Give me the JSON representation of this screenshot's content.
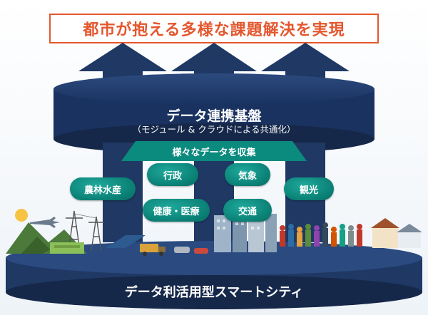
{
  "goal": {
    "text": "都市が抱える多様な課題解決を実現"
  },
  "platform": {
    "title": "データ連携基盤",
    "subtitle": "（モジュール & クラウドによる共通化）"
  },
  "collection": {
    "label": "様々なデータを収集"
  },
  "domains": {
    "agriculture": "農林水産",
    "administration": "行政",
    "weather": "気象",
    "tourism": "観光",
    "healthcare": "健康・医療",
    "transport": "交通"
  },
  "base": {
    "label": "データ利活用型スマートシティ"
  },
  "colors": {
    "navy": "#1f3864",
    "navy_dark": "#16284a",
    "accent_orange": "#e4572e",
    "teal": "#0a7f74"
  }
}
